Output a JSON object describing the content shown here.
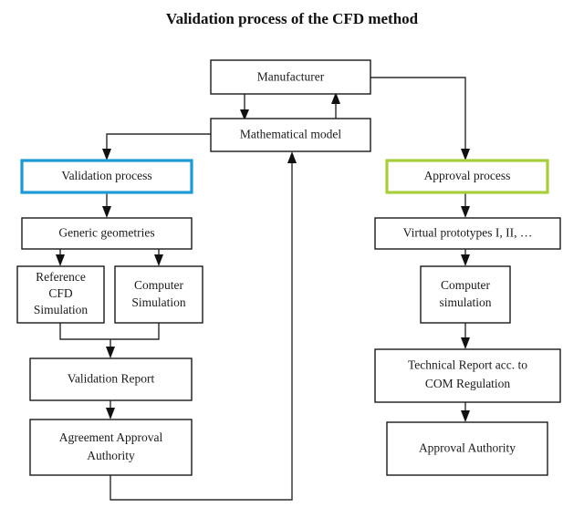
{
  "figure": {
    "title": "Validation process of the CFD method",
    "background_color": "#ffffff",
    "line_color": "#2b2b2b",
    "accent_blue": "#1b9ad6",
    "accent_green": "#a7ce3a"
  },
  "nodes": {
    "manufacturer": {
      "label": "Manufacturer"
    },
    "mathematical_model": {
      "label": "Mathematical model"
    },
    "validation_process": {
      "label": "Validation process",
      "border_color": "#1b9ad6"
    },
    "approval_process": {
      "label": "Approval process",
      "border_color": "#a7ce3a"
    },
    "generic_geometries": {
      "label": "Generic geometries"
    },
    "virtual_prototypes": {
      "label": "Virtual prototypes I, II, …"
    },
    "reference_cfd_simulation": {
      "line1": "Reference",
      "line2": "CFD",
      "line3": "Simulation"
    },
    "computer_simulation_left": {
      "line1": "Computer",
      "line2": "Simulation"
    },
    "computer_simulation_right": {
      "line1": "Computer",
      "line2": "simulation"
    },
    "validation_report": {
      "label": "Validation Report"
    },
    "technical_report": {
      "line1": "Technical Report acc. to",
      "line2": "COM Regulation"
    },
    "agreement_approval_authority": {
      "line1": "Agreement Approval",
      "line2": "Authority"
    },
    "approval_authority": {
      "label": "Approval Authority"
    }
  },
  "flow": {
    "branches": [
      "Validation process",
      "Approval process"
    ],
    "edges": [
      {
        "from": "Manufacturer",
        "to": "Mathematical model"
      },
      {
        "from": "Mathematical model",
        "to": "Manufacturer"
      },
      {
        "from": "Manufacturer",
        "to": "Approval process"
      },
      {
        "from": "Mathematical model",
        "to": "Validation process"
      },
      {
        "from": "Validation process",
        "to": "Generic geometries"
      },
      {
        "from": "Generic geometries",
        "to": "Reference CFD Simulation"
      },
      {
        "from": "Generic geometries",
        "to": "Computer Simulation"
      },
      {
        "from": "Reference CFD Simulation",
        "to": "Validation Report"
      },
      {
        "from": "Computer Simulation",
        "to": "Validation Report"
      },
      {
        "from": "Validation Report",
        "to": "Agreement Approval Authority"
      },
      {
        "from": "Agreement Approval Authority",
        "to": "Mathematical model"
      },
      {
        "from": "Approval process",
        "to": "Virtual prototypes I, II, …"
      },
      {
        "from": "Virtual prototypes I, II, …",
        "to": "Computer simulation"
      },
      {
        "from": "Computer simulation",
        "to": "Technical Report acc. to COM Regulation"
      },
      {
        "from": "Technical Report acc. to COM Regulation",
        "to": "Approval Authority"
      }
    ]
  }
}
